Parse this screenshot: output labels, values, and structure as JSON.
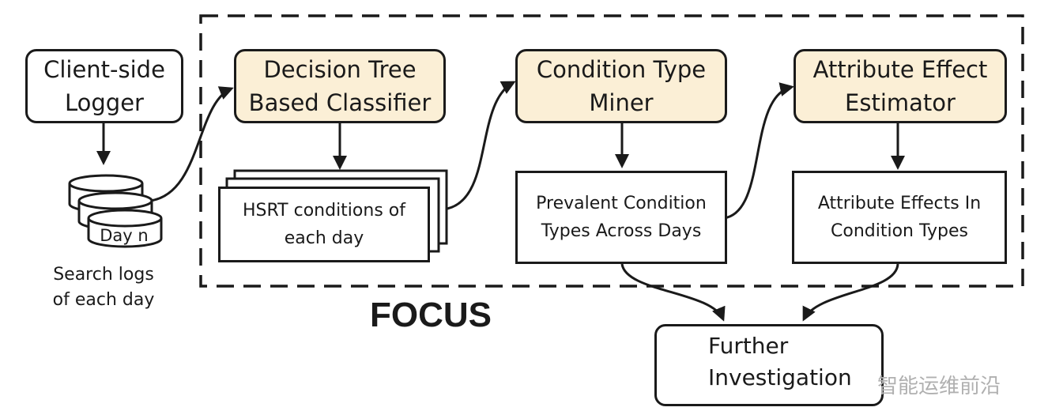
{
  "nodes": {
    "client_logger": "Client-side Logger",
    "decision_tree": "Decision Tree Based Classifier",
    "condition_miner": "Condition Type Miner",
    "attribute_estimator": "Attribute Effect Estimator",
    "hsrt_conditions": "HSRT conditions of each day",
    "prevalent_types": "Prevalent Condition Types Across Days",
    "attribute_effects": "Attribute Effects In Condition Types",
    "further_investigation": "Further Investigation"
  },
  "database": {
    "label": "Day n",
    "caption": "Search logs of each day"
  },
  "focus_label": "FOCUS",
  "watermark": "智能运维前沿",
  "colors": {
    "highlight_fill": "#fbefd6",
    "stroke": "#1a1a1a",
    "watermark": "#b0b0b0"
  }
}
